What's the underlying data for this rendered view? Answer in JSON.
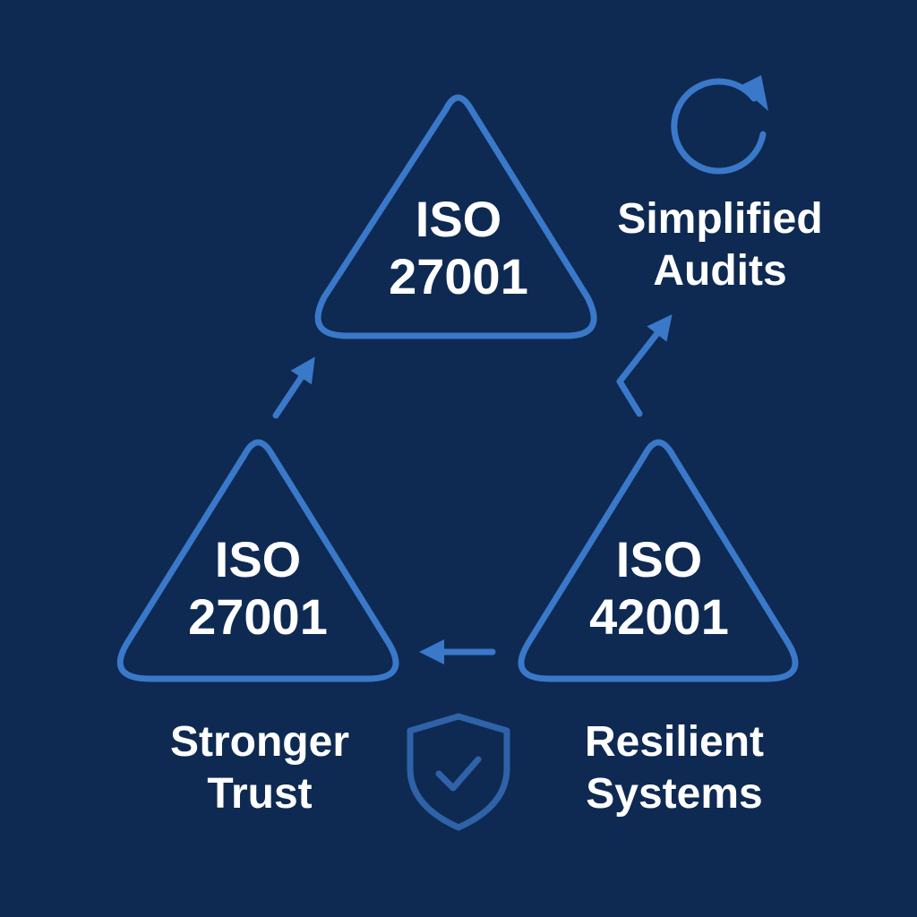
{
  "colors": {
    "background": "#0e2a52",
    "accent": "#3a78c9",
    "text": "#ffffff"
  },
  "standards": {
    "top": {
      "line1": "ISO",
      "line2": "27001"
    },
    "left": {
      "line1": "ISO",
      "line2": "27001"
    },
    "right": {
      "line1": "ISO",
      "line2": "42001"
    }
  },
  "benefits": {
    "top": {
      "line1": "Simplified",
      "line2": "Audits",
      "icon": "refresh-cycle-icon"
    },
    "left": {
      "line1": "Stronger",
      "line2": "Trust"
    },
    "right": {
      "line1": "Resilient",
      "line2": "Systems"
    },
    "center_icon": "shield-check-icon"
  }
}
